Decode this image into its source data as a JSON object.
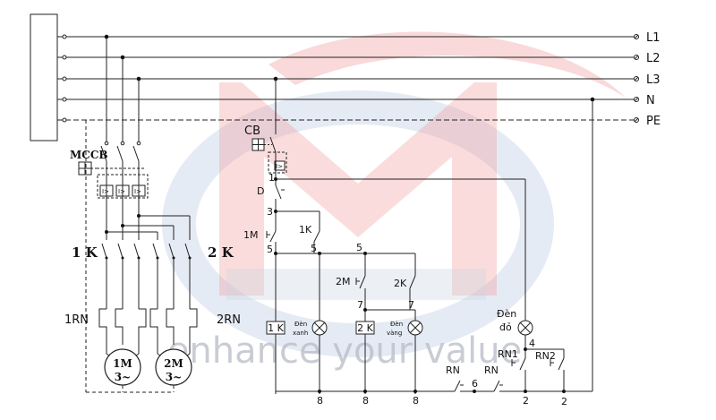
{
  "watermark": {
    "text": "enhance your value",
    "colors": {
      "red": "#e23a3a",
      "blue": "#5a7fb8",
      "grey": "#b7bcc6"
    }
  },
  "bus": {
    "lines": [
      "L1",
      "L2",
      "L3",
      "N",
      "PE"
    ]
  },
  "power": {
    "breaker": "MCCB",
    "contactor_1": "1 K",
    "contactor_2": "2 K",
    "overload_1": "1RN",
    "overload_2": "2RN",
    "motor_1": {
      "name": "1M",
      "phase": "3~"
    },
    "motor_2": {
      "name": "2M",
      "phase": "3~"
    }
  },
  "control": {
    "breaker": "CB",
    "stop": "D",
    "start_1": "1M",
    "hold_1": "1K",
    "start_2": "2M",
    "hold_2": "2K",
    "coil_1": "1 K",
    "coil_2": "2 K",
    "lamp_green": [
      "Đèn",
      "xanh"
    ],
    "lamp_yellow": [
      "Đèn",
      "vàng"
    ],
    "lamp_red": [
      "Đèn",
      "đỏ"
    ],
    "rn_a": "RN",
    "rn_b": "RN",
    "rn1": "RN1",
    "rn2": "RN2",
    "nodes": [
      "1",
      "3",
      "5",
      "5",
      "5",
      "7",
      "7",
      "8",
      "8",
      "8",
      "6",
      "2",
      "2",
      "4"
    ]
  }
}
